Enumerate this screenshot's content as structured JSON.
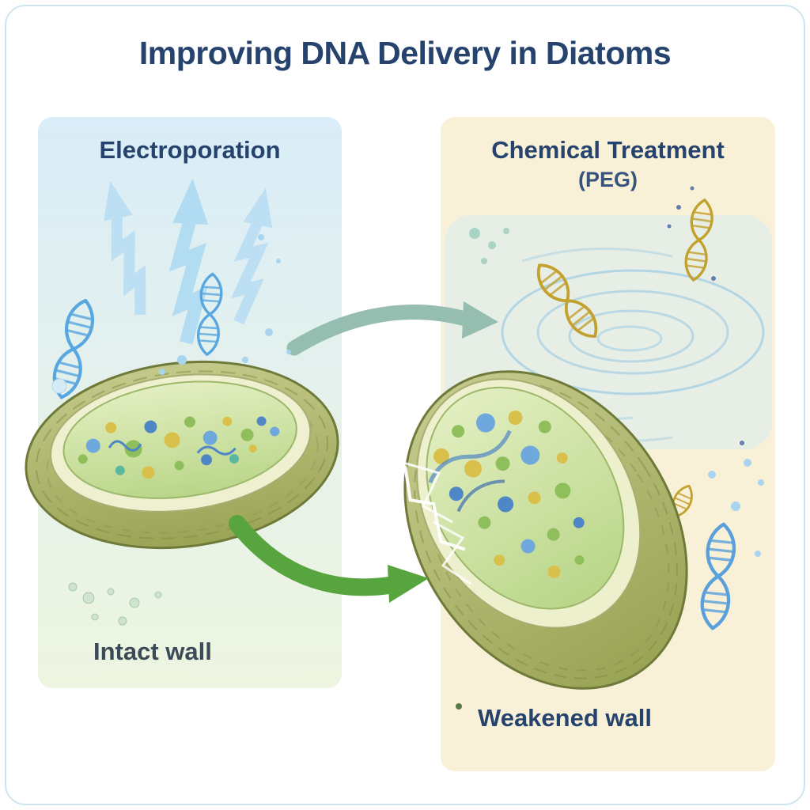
{
  "title": "Improving DNA Delivery in Diatoms",
  "panels": {
    "left": {
      "heading": "Electroporation",
      "label": "Intact wall"
    },
    "right": {
      "heading": "Chemical Treatment",
      "subheading": "(PEG)",
      "label": "Weakened wall"
    }
  },
  "icon_names": [
    "lightning-bolt-icon",
    "dna-helix-icon",
    "diatom-intact-illustration",
    "diatom-weakened-illustration",
    "curved-arrow-top-icon",
    "curved-arrow-bottom-icon",
    "water-ripples-illustration",
    "bubble-dots"
  ],
  "colors": {
    "title": "#26436e",
    "heading": "#26436e",
    "left_panel_top": "#d9edf8",
    "left_panel_bottom": "#edf5e0",
    "right_panel": "#f8f1d8",
    "intact_label": "#3b4a57",
    "weakened_label": "#26436e",
    "bolt": "#b9def4",
    "dna_blue": "#58a7e0",
    "dna_gold": "#c2a12e",
    "arrow_teal": "#95bdb0",
    "arrow_green": "#58a43f",
    "diatom_wall": "#aab35f",
    "diatom_inner": "#d6e6ae",
    "water": "#d8ebf3"
  }
}
